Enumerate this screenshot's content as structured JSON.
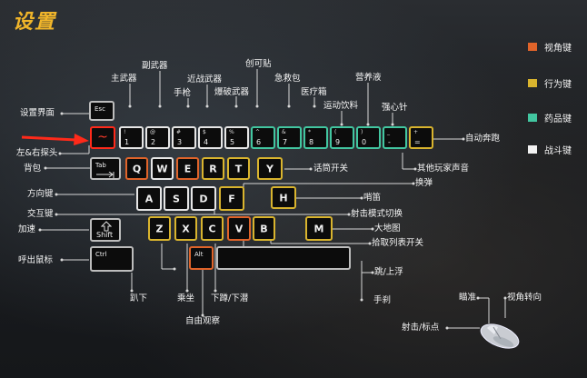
{
  "title": "设置",
  "legend": [
    {
      "label": "视角键",
      "color": "#e0642a"
    },
    {
      "label": "行为键",
      "color": "#d9b42e"
    },
    {
      "label": "药品键",
      "color": "#42c6a0"
    },
    {
      "label": "战斗键",
      "color": "#f2f2f2"
    }
  ],
  "keys": {
    "esc": "Esc",
    "tilde": "~",
    "n1_top": "!",
    "n1": "1",
    "n2_top": "@",
    "n2": "2",
    "n3_top": "#",
    "n3": "3",
    "n4_top": "$",
    "n4": "4",
    "n5_top": "%",
    "n5": "5",
    "n6_top": "^",
    "n6": "6",
    "n7_top": "&",
    "n7": "7",
    "n8_top": "*",
    "n8": "8",
    "n9_top": "(",
    "n9": "9",
    "n0_top": ")",
    "n0": "0",
    "minus_top": "_",
    "minus": "-",
    "plus_top": "+",
    "plus": "=",
    "tab": "Tab",
    "q": "Q",
    "w": "W",
    "e": "E",
    "r": "R",
    "t": "T",
    "y": "Y",
    "a": "A",
    "s": "S",
    "d": "D",
    "f": "F",
    "h": "H",
    "shift": "Shift",
    "z": "Z",
    "x": "X",
    "c": "C",
    "v": "V",
    "b": "B",
    "m": "M",
    "ctrl": "Ctrl",
    "alt": "Alt"
  },
  "labels": {
    "settings_screen": "设置界面",
    "lean": "左&右探头",
    "backpack": "背包",
    "direction": "方向键",
    "interact": "交互键",
    "sprint": "加速",
    "call_cursor": "呼出鼠标",
    "main_weapon": "主武器",
    "sub_weapon": "副武器",
    "pistol": "手枪",
    "melee": "近战武器",
    "grenade": "爆破武器",
    "bandage": "创可贴",
    "first_aid": "急救包",
    "medkit": "医疗箱",
    "energy_drink": "运动饮料",
    "nutrient": "营养液",
    "adrenaline": "强心针",
    "auto_run": "自动奔跑",
    "others_voice": "其他玩家声音",
    "voice_toggle": "话筒开关",
    "reload": "换弹",
    "whistle": "哨笛",
    "fire_mode": "射击模式切换",
    "big_map": "大地图",
    "pickup_list": "拾取列表开关",
    "jump": "跳/上浮",
    "prone": "趴下",
    "ride": "乘坐",
    "crouch": "下蹲/下潜",
    "free_look": "自由观察",
    "grenade_throw": "手刹",
    "aim": "瞄准",
    "view_turn": "视角转向",
    "fire_mark": "射击/标点"
  }
}
